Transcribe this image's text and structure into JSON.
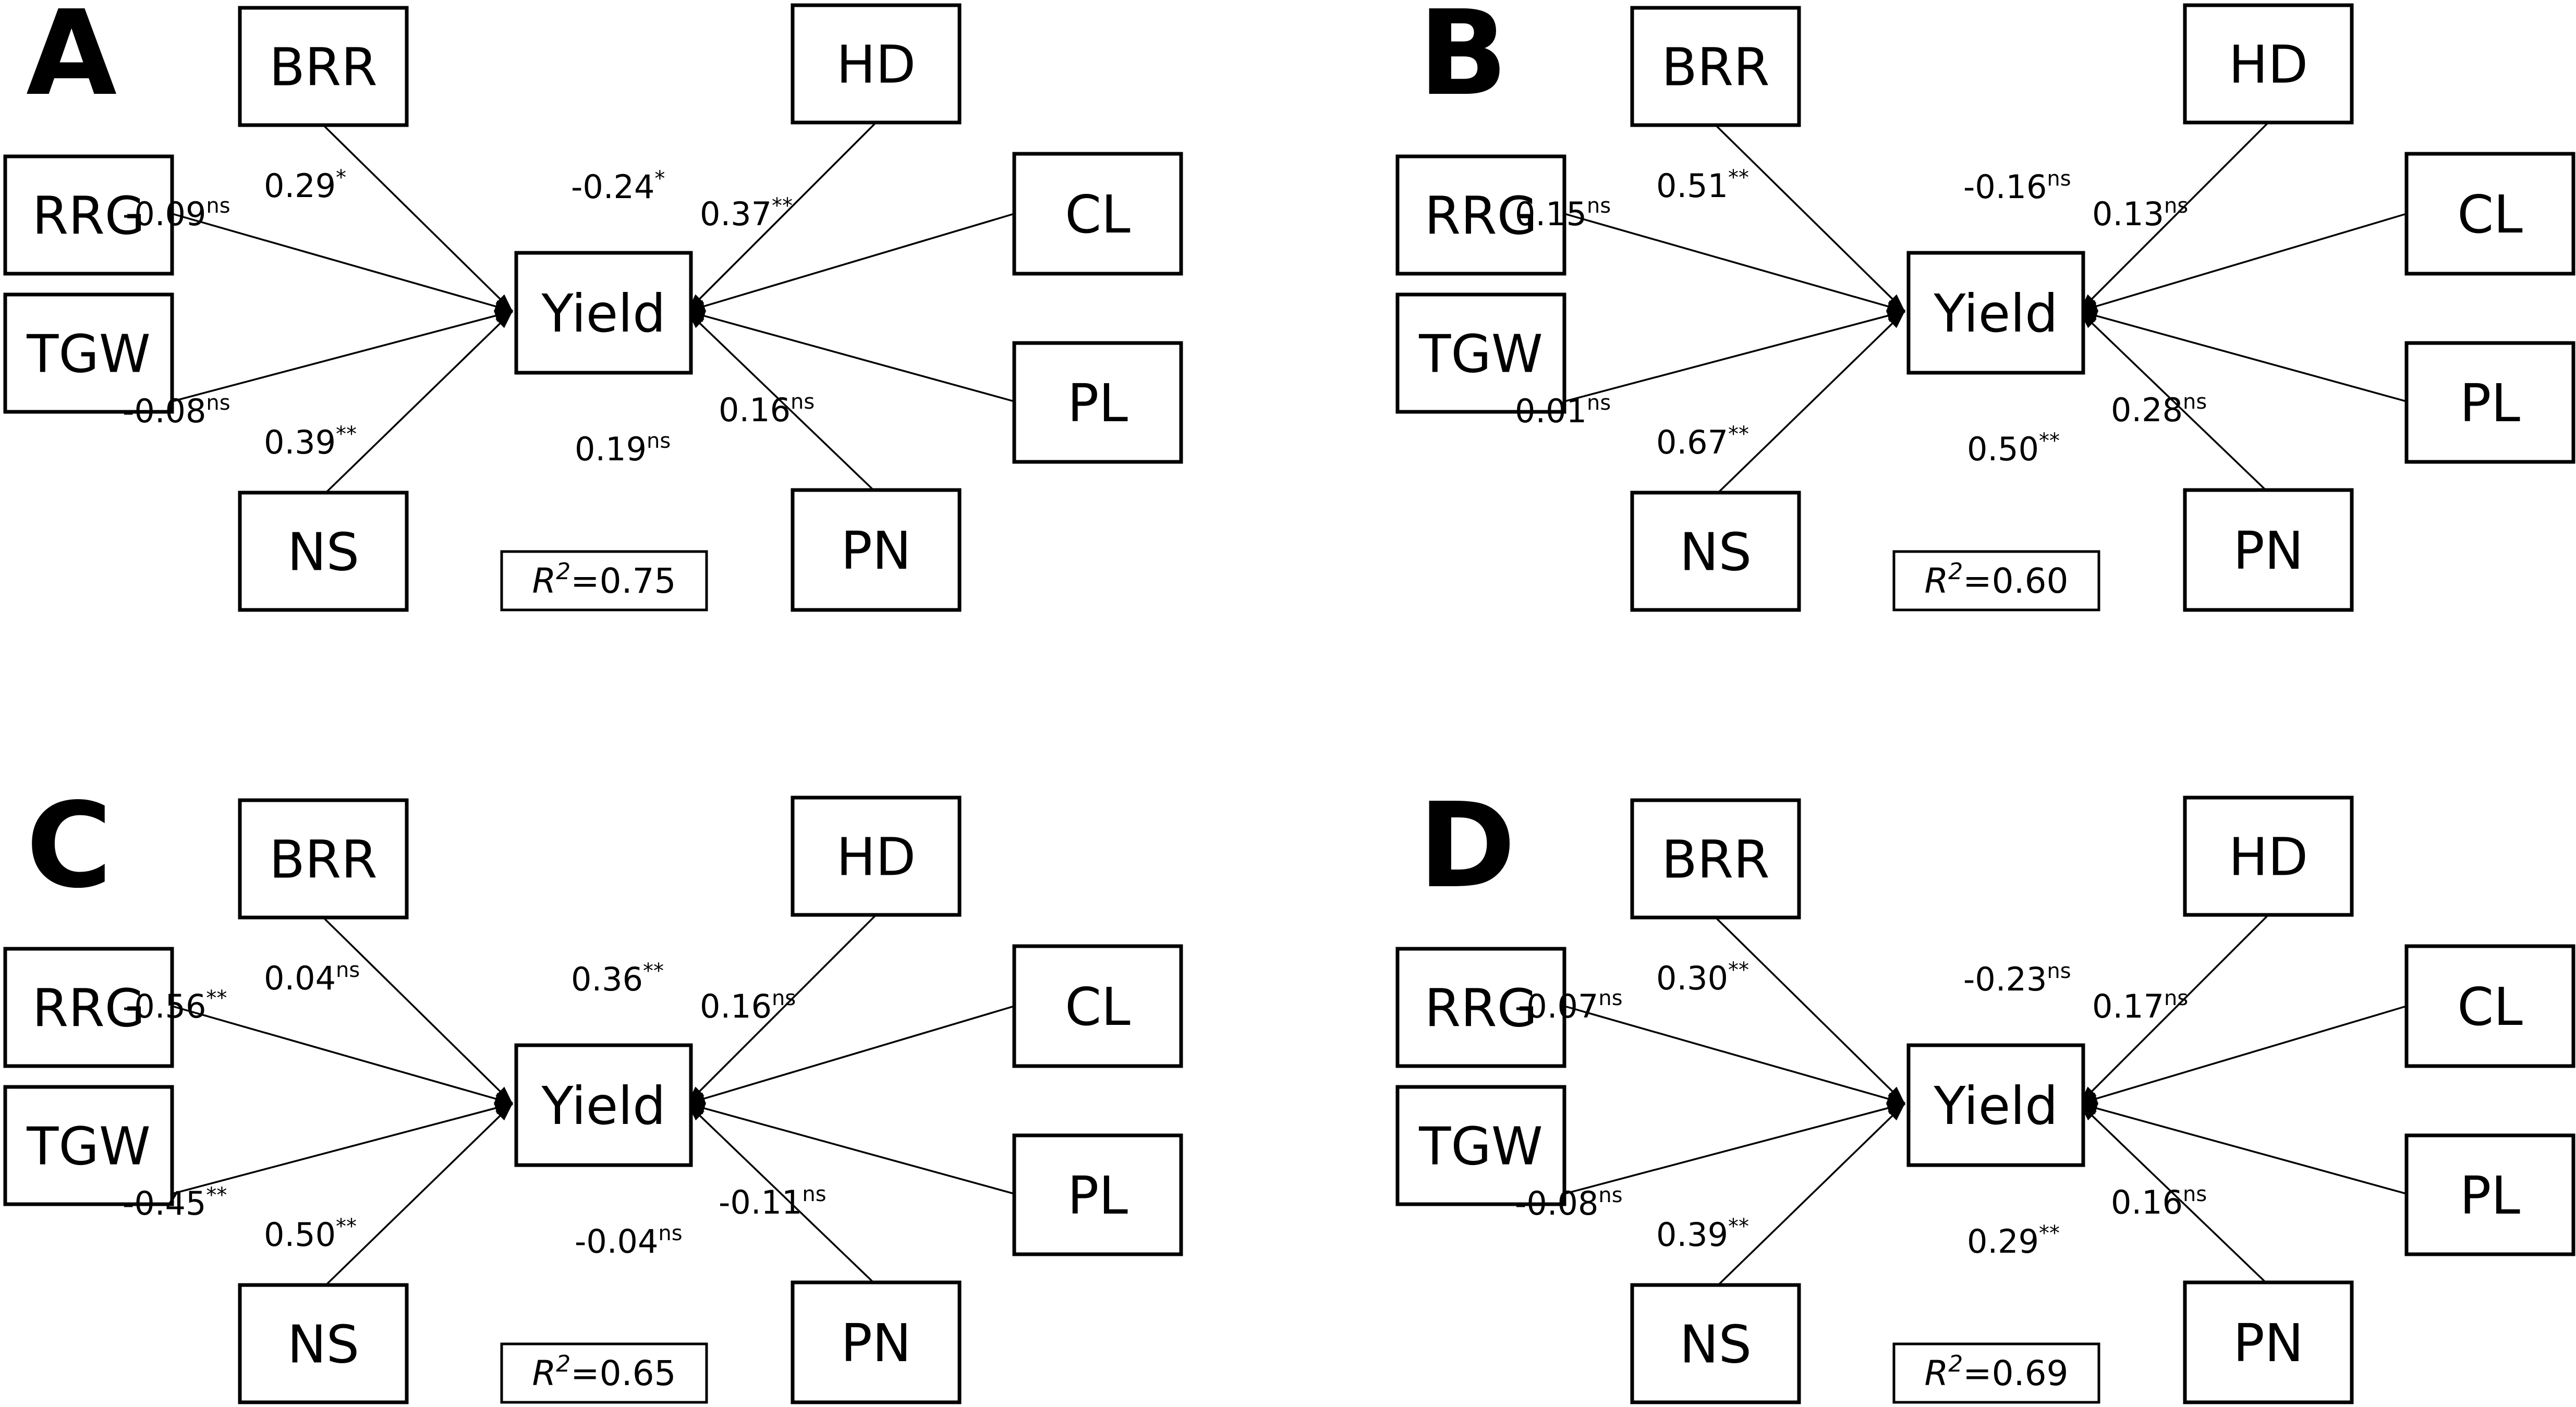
{
  "panels": [
    {
      "letter": "A",
      "center": "Yield",
      "r2_symbol": "R",
      "r2_exponent": "2",
      "r2_value": "=0.75",
      "nodes": {
        "BRR": {
          "label": "BRR",
          "coef": "0.29",
          "sig": "*"
        },
        "RRG": {
          "label": "RRG",
          "coef": "-0.09",
          "sig": "ns"
        },
        "TGW": {
          "label": "TGW",
          "coef": "-0.08",
          "sig": "ns"
        },
        "NS": {
          "label": "NS",
          "coef": "0.39",
          "sig": "**"
        },
        "HD": {
          "label": "HD",
          "coef": "-0.24",
          "sig": "*"
        },
        "CL": {
          "label": "CL",
          "coef": "0.37",
          "sig": "**"
        },
        "PL": {
          "label": "PL",
          "coef": "0.16",
          "sig": "ns"
        },
        "PN": {
          "label": "PN",
          "coef": "0.19",
          "sig": "ns"
        }
      }
    },
    {
      "letter": "B",
      "center": "Yield",
      "r2_symbol": "R",
      "r2_exponent": "2",
      "r2_value": "=0.60",
      "nodes": {
        "BRR": {
          "label": "BRR",
          "coef": "0.51",
          "sig": "**"
        },
        "RRG": {
          "label": "RRG",
          "coef": "0.15",
          "sig": "ns"
        },
        "TGW": {
          "label": "TGW",
          "coef": "0.01",
          "sig": "ns"
        },
        "NS": {
          "label": "NS",
          "coef": "0.67",
          "sig": "**"
        },
        "HD": {
          "label": "HD",
          "coef": "-0.16",
          "sig": "ns"
        },
        "CL": {
          "label": "CL",
          "coef": "0.13",
          "sig": "ns"
        },
        "PL": {
          "label": "PL",
          "coef": "0.28",
          "sig": "ns"
        },
        "PN": {
          "label": "PN",
          "coef": "0.50",
          "sig": "**"
        }
      }
    },
    {
      "letter": "C",
      "center": "Yield",
      "r2_symbol": "R",
      "r2_exponent": "2",
      "r2_value": "=0.65",
      "nodes": {
        "BRR": {
          "label": "BRR",
          "coef": "0.04",
          "sig": "ns"
        },
        "RRG": {
          "label": "RRG",
          "coef": "-0.56",
          "sig": "**"
        },
        "TGW": {
          "label": "TGW",
          "coef": "-0.45",
          "sig": "**"
        },
        "NS": {
          "label": "NS",
          "coef": "0.50",
          "sig": "**"
        },
        "HD": {
          "label": "HD",
          "coef": "0.36",
          "sig": "**"
        },
        "CL": {
          "label": "CL",
          "coef": "0.16",
          "sig": "ns"
        },
        "PL": {
          "label": "PL",
          "coef": "-0.11",
          "sig": "ns"
        },
        "PN": {
          "label": "PN",
          "coef": "-0.04",
          "sig": "ns"
        }
      }
    },
    {
      "letter": "D",
      "center": "Yield",
      "r2_symbol": "R",
      "r2_exponent": "2",
      "r2_value": "=0.69",
      "nodes": {
        "BRR": {
          "label": "BRR",
          "coef": "0.30",
          "sig": "**"
        },
        "RRG": {
          "label": "RRG",
          "coef": "-0.07",
          "sig": "ns"
        },
        "TGW": {
          "label": "TGW",
          "coef": "-0.08",
          "sig": "ns"
        },
        "NS": {
          "label": "NS",
          "coef": "0.39",
          "sig": "**"
        },
        "HD": {
          "label": "HD",
          "coef": "-0.23",
          "sig": "ns"
        },
        "CL": {
          "label": "CL",
          "coef": "0.17",
          "sig": "ns"
        },
        "PL": {
          "label": "PL",
          "coef": "0.16",
          "sig": "ns"
        },
        "PN": {
          "label": "PN",
          "coef": "0.29",
          "sig": "**"
        }
      }
    }
  ]
}
